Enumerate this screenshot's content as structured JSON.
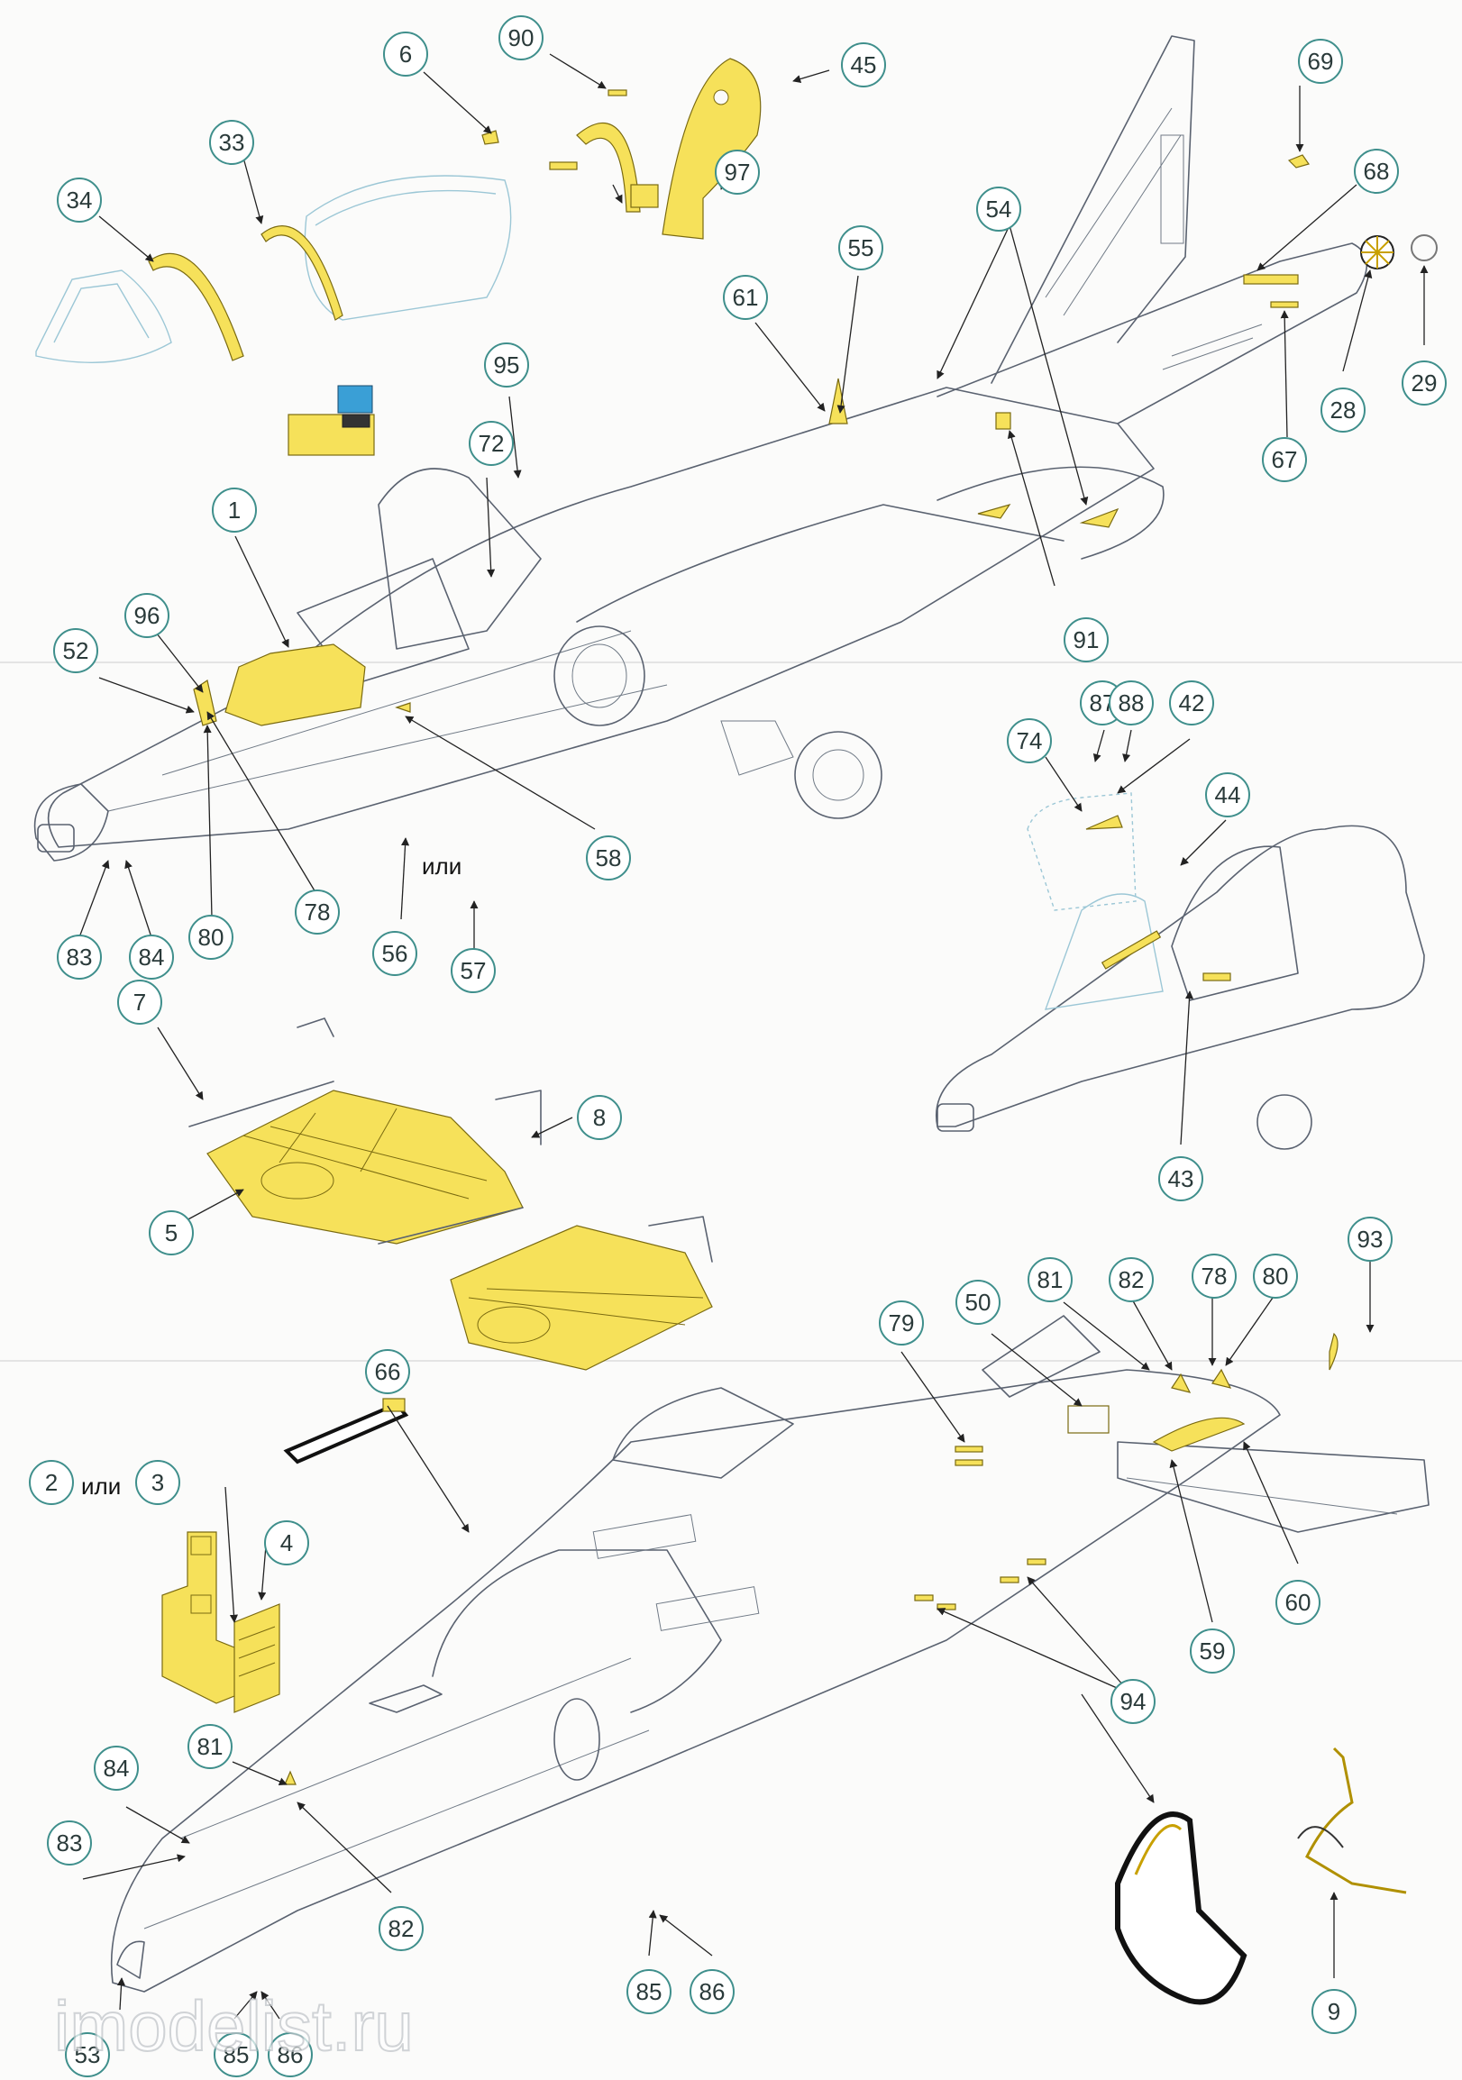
{
  "callouts": [
    "6",
    "90",
    "45",
    "69",
    "33",
    "34",
    "68",
    "55",
    "54",
    "97",
    "61",
    "95",
    "29",
    "28",
    "72",
    "67",
    "1",
    "96",
    "91",
    "52",
    "87",
    "88",
    "42",
    "74",
    "44",
    "58",
    "78",
    "83",
    "84",
    "80",
    "56",
    "57",
    "43",
    "7",
    "8",
    "5",
    "93",
    "81",
    "82",
    "78",
    "80",
    "50",
    "79",
    "66",
    "60",
    "59",
    "94",
    "2",
    "3",
    "4",
    "84",
    "81",
    "83",
    "82",
    "85",
    "86",
    "85",
    "86",
    "53",
    "9"
  ],
  "or_labels": [
    "или",
    "или"
  ],
  "watermark": "imodelist.ru"
}
